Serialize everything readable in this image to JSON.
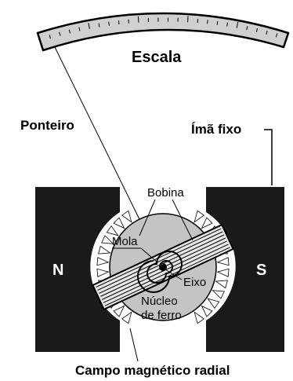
{
  "labels": {
    "scale": "Escala",
    "pointer": "Ponteiro",
    "fixed_magnet": "Ímã fixo",
    "coil": "Bobina",
    "spring": "Mola",
    "axis": "Eixo",
    "core_line1": "Núcleo",
    "core_line2": "de ferro",
    "radial_field": "Campo magnético radial",
    "north_pole": "N",
    "south_pole": "S"
  },
  "colors": {
    "magnet": "#1a1a1a",
    "core": "#c4c4c4",
    "scale_fill": "#d0d0d0",
    "line": "#000000",
    "background": "#ffffff"
  }
}
